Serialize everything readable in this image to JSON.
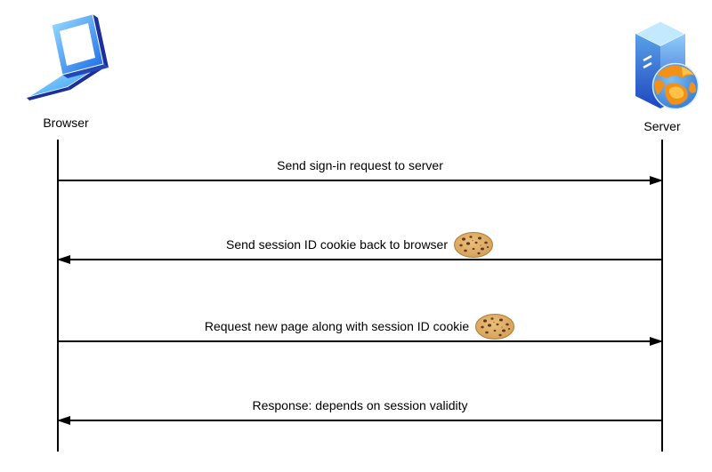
{
  "actors": [
    {
      "id": "browser",
      "label": "Browser",
      "icon": "laptop-icon"
    },
    {
      "id": "server",
      "label": "Server",
      "icon": "server-tower-globe-icon"
    }
  ],
  "messages": [
    {
      "label": "Send sign-in request to server",
      "from": "browser",
      "to": "server",
      "direction": "right",
      "cookie": false
    },
    {
      "label": "Send session ID cookie back to browser",
      "from": "server",
      "to": "browser",
      "direction": "left",
      "cookie": true
    },
    {
      "label": "Request new page along with session ID cookie",
      "from": "browser",
      "to": "server",
      "direction": "right",
      "cookie": true
    },
    {
      "label": "Response: depends on session validity",
      "from": "server",
      "to": "browser",
      "direction": "left",
      "cookie": false
    }
  ],
  "icons": {
    "cookie": "cookie-icon"
  },
  "colors": {
    "background": "#ffffff",
    "line": "#000000",
    "text": "#000000",
    "icon_blue_light": "#9fe0ff",
    "icon_blue_dark": "#1443c8",
    "globe_ocean": "#3f8fe0",
    "globe_land": "#f29018",
    "cookie_tan": "#d9a75e",
    "cookie_chip": "#5f351c"
  }
}
